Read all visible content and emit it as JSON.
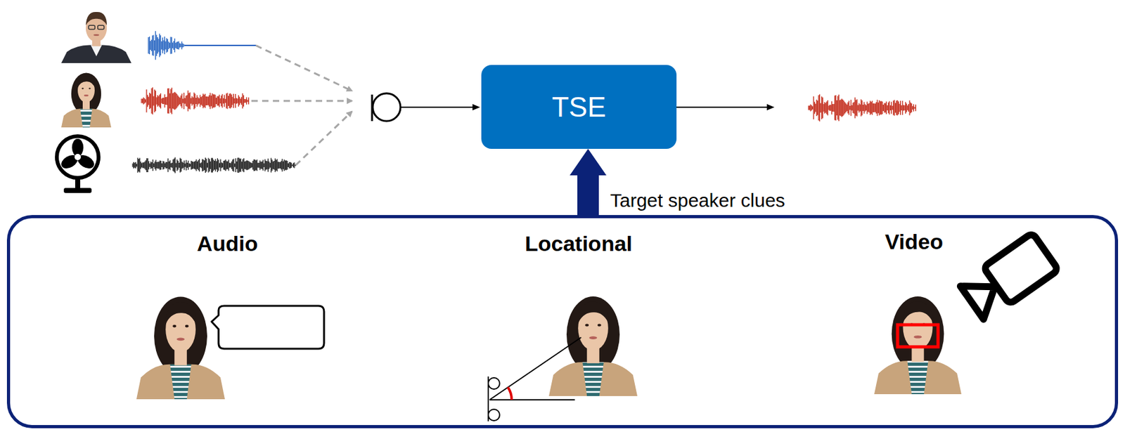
{
  "diagram": {
    "nodes": [
      {
        "text": [
          "TSE"
        ]
      },
      {
        "text": [
          "Audio",
          "Locational",
          "Video"
        ]
      }
    ],
    "edges": [
      {
        "from": 1,
        "to": 0,
        "arrow": "to",
        "label": "Target speaker clues"
      }
    ]
  }
}
